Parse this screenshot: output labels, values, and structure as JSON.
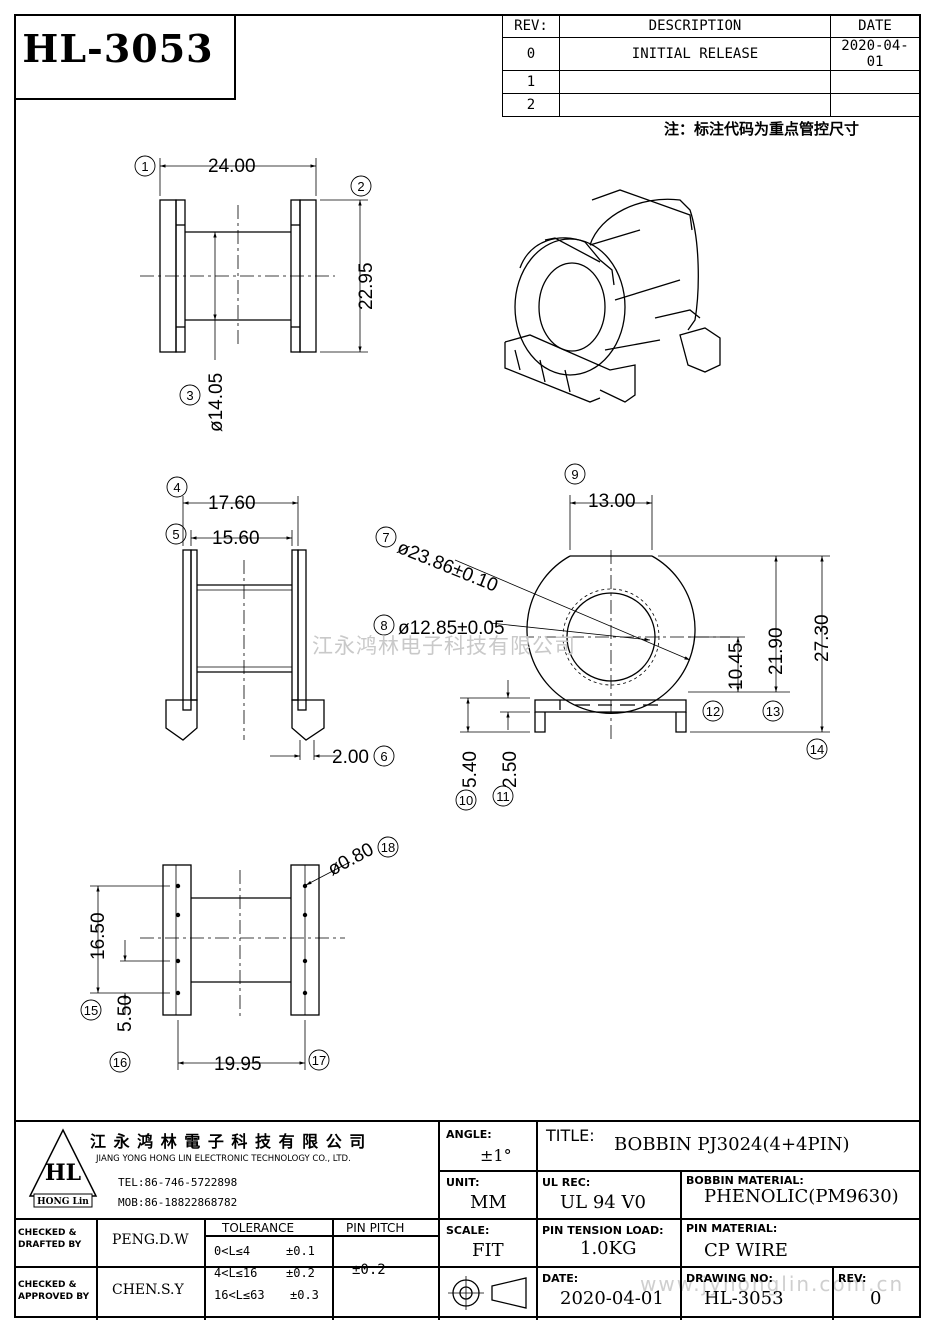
{
  "part_number": "HL-3053",
  "revision_table": {
    "headers": [
      "REV:",
      "DESCRIPTION",
      "DATE"
    ],
    "rows": [
      {
        "rev": "0",
        "description": "INITIAL RELEASE",
        "date": "2020-04-01"
      },
      {
        "rev": "1",
        "description": "",
        "date": ""
      },
      {
        "rev": "2",
        "description": "",
        "date": ""
      }
    ]
  },
  "note": "注：标注代码为重点管控尺寸",
  "dimensions": {
    "d1": "24.00",
    "d2": "22.95",
    "d3": "ø14.05",
    "d4": "17.60",
    "d5": "15.60",
    "d6": "2.00",
    "d7": "ø23.86±0.10",
    "d8": "ø12.85±0.05",
    "d9": "13.00",
    "d10": "5.40",
    "d11": "2.50",
    "d12": "10.45",
    "d13": "21.90",
    "d14": "27.30",
    "d15": "16.50",
    "d16": "5.50",
    "d17": "19.95",
    "d18": "ø0.80"
  },
  "callouts": [
    "1",
    "2",
    "3",
    "4",
    "5",
    "6",
    "7",
    "8",
    "9",
    "10",
    "11",
    "12",
    "13",
    "14",
    "15",
    "16",
    "17",
    "18"
  ],
  "watermark": "江永鸿林电子科技有限公司",
  "watermark_url": "www.jyhonglin.com.cn",
  "company": {
    "name_cn": "江 永 鸿 林 電 子 科 技 有 限 公 司",
    "name_en": "JIANG YONG HONG LIN ELECTRONIC TECHNOLOGY CO., LTD.",
    "logo_text": "HL",
    "logo_sub": "HONG Lin",
    "tel": "TEL:86-746-5722898",
    "mob": "MOB:86-18822868782"
  },
  "title_block": {
    "angle_label": "ANGLE:",
    "angle_value": "±1°",
    "title_label": "TITLE:",
    "title_value": "BOBBIN PJ3024(4+4PIN)",
    "unit_label": "UNIT:",
    "unit_value": "MM",
    "ulrec_label": "UL REC:",
    "ulrec_value": "UL 94 V0",
    "bobbin_mat_label": "BOBBIN MATERIAL:",
    "bobbin_mat_value": "PHENOLIC(PM9630)",
    "scale_label": "SCALE:",
    "scale_value": "FIT",
    "pin_tension_label": "PIN TENSION LOAD:",
    "pin_tension_value": "1.0KG",
    "pin_mat_label": "PIN MATERIAL:",
    "pin_mat_value": "CP WIRE",
    "date_label": "DATE:",
    "date_value": "2020-04-01",
    "drawing_no_label": "DRAWING NO:",
    "drawing_no_value": "HL-3053",
    "rev_label": "REV:",
    "rev_value": "0",
    "checked_drafted_label_1": "CHECKED &",
    "checked_drafted_label_2": "DRAFTED BY",
    "checked_drafted_value": "PENG.D.W",
    "checked_approved_label_1": "CHECKED &",
    "checked_approved_label_2": "APPROVED BY",
    "checked_approved_value": "CHEN.S.Y",
    "tolerance_label": "TOLERANCE",
    "tolerance_rows": [
      {
        "range": "0<L≤4",
        "tol": "±0.1"
      },
      {
        "range": "4<L≤16",
        "tol": "±0.2"
      },
      {
        "range": "16<L≤63",
        "tol": "±0.3"
      }
    ],
    "pin_pitch_label": "PIN PITCH",
    "pin_pitch_value": "±0.2"
  }
}
